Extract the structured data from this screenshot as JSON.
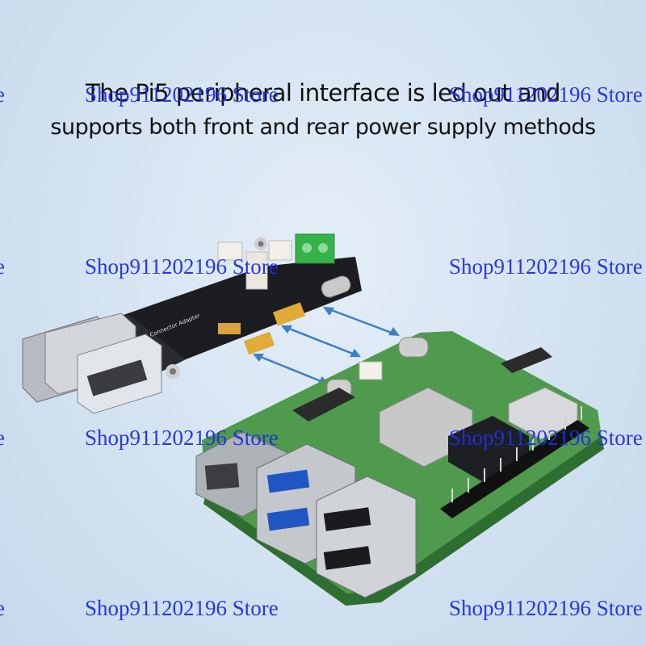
{
  "headline": {
    "line1": "The Pi5 peripheral interface is led out and",
    "line2": "supports both front and rear power supply methods"
  },
  "adapter": {
    "silk_label": "Pi5 Connector Adapter"
  },
  "watermark": {
    "text": "Shop911202196 Store",
    "edge_fragment": "e",
    "color": "#1f2fe0"
  },
  "colors": {
    "pcb_green": "#4f9a4c",
    "adapter_black": "#1c1d20",
    "arrow_blue": "#3d7fc4"
  }
}
